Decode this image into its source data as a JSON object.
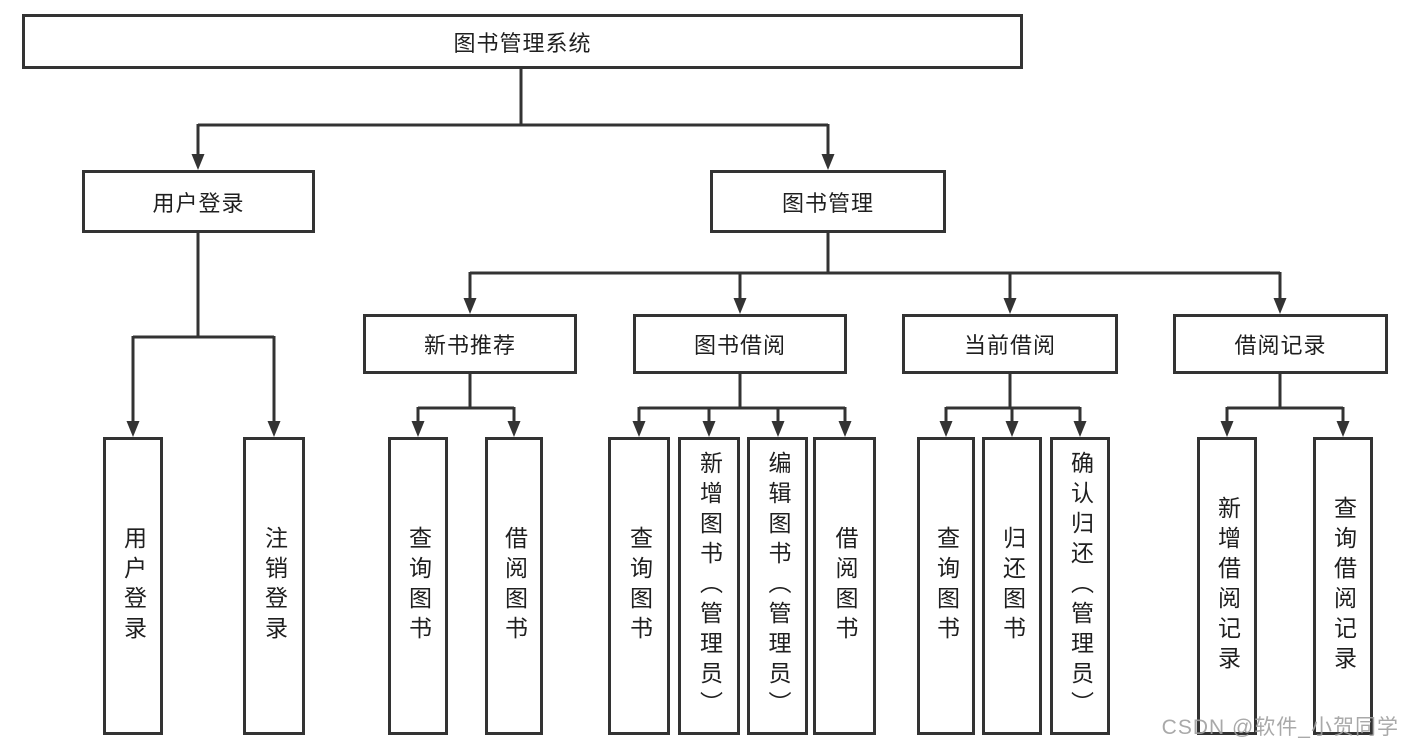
{
  "diagram": {
    "title": "图书管理系统",
    "nodes": {
      "root": {
        "label": "图书管理系统"
      },
      "user_login": {
        "label": "用户登录"
      },
      "book_mgmt": {
        "label": "图书管理"
      },
      "new_book_rec": {
        "label": "新书推荐"
      },
      "book_borrow": {
        "label": "图书借阅"
      },
      "current_borrow": {
        "label": "当前借阅"
      },
      "borrow_records": {
        "label": "借阅记录"
      },
      "leaf_user_login": {
        "label": "用户登录"
      },
      "leaf_logout": {
        "label": "注销登录"
      },
      "leaf_query_books_1": {
        "label": "查询图书"
      },
      "leaf_borrow_books_1": {
        "label": "借阅图书"
      },
      "leaf_query_books_2": {
        "label": "查询图书"
      },
      "leaf_add_books_admin": {
        "label": "新增图书（管理员）"
      },
      "leaf_edit_books_admin": {
        "label": "编辑图书（管理员）"
      },
      "leaf_borrow_books_2": {
        "label": "借阅图书"
      },
      "leaf_query_books_3": {
        "label": "查询图书"
      },
      "leaf_return_books": {
        "label": "归还图书"
      },
      "leaf_confirm_return_admin": {
        "label": "确认归还（管理员）"
      },
      "leaf_add_borrow_record": {
        "label": "新增借阅记录"
      },
      "leaf_query_borrow_record": {
        "label": "查询借阅记录"
      }
    },
    "edges": [
      "图书管理系统→用户登录",
      "图书管理系统→图书管理",
      "用户登录→用户登录",
      "用户登录→注销登录",
      "图书管理→新书推荐",
      "图书管理→图书借阅",
      "图书管理→当前借阅",
      "图书管理→借阅记录",
      "新书推荐→查询图书",
      "新书推荐→借阅图书",
      "图书借阅→查询图书",
      "图书借阅→新增图书（管理员）",
      "图书借阅→编辑图书（管理员）",
      "图书借阅→借阅图书",
      "当前借阅→查询图书",
      "当前借阅→归还图书",
      "当前借阅→确认归还（管理员）",
      "借阅记录→新增借阅记录",
      "借阅记录→查询借阅记录"
    ],
    "colors": {
      "box_border": "#333333",
      "connector_line": "#333333",
      "text": "#1f1f1f",
      "background": "#ffffff",
      "watermark": "#a0a0a0"
    }
  },
  "watermark": {
    "text": "CSDN @软件_小贺同学"
  }
}
